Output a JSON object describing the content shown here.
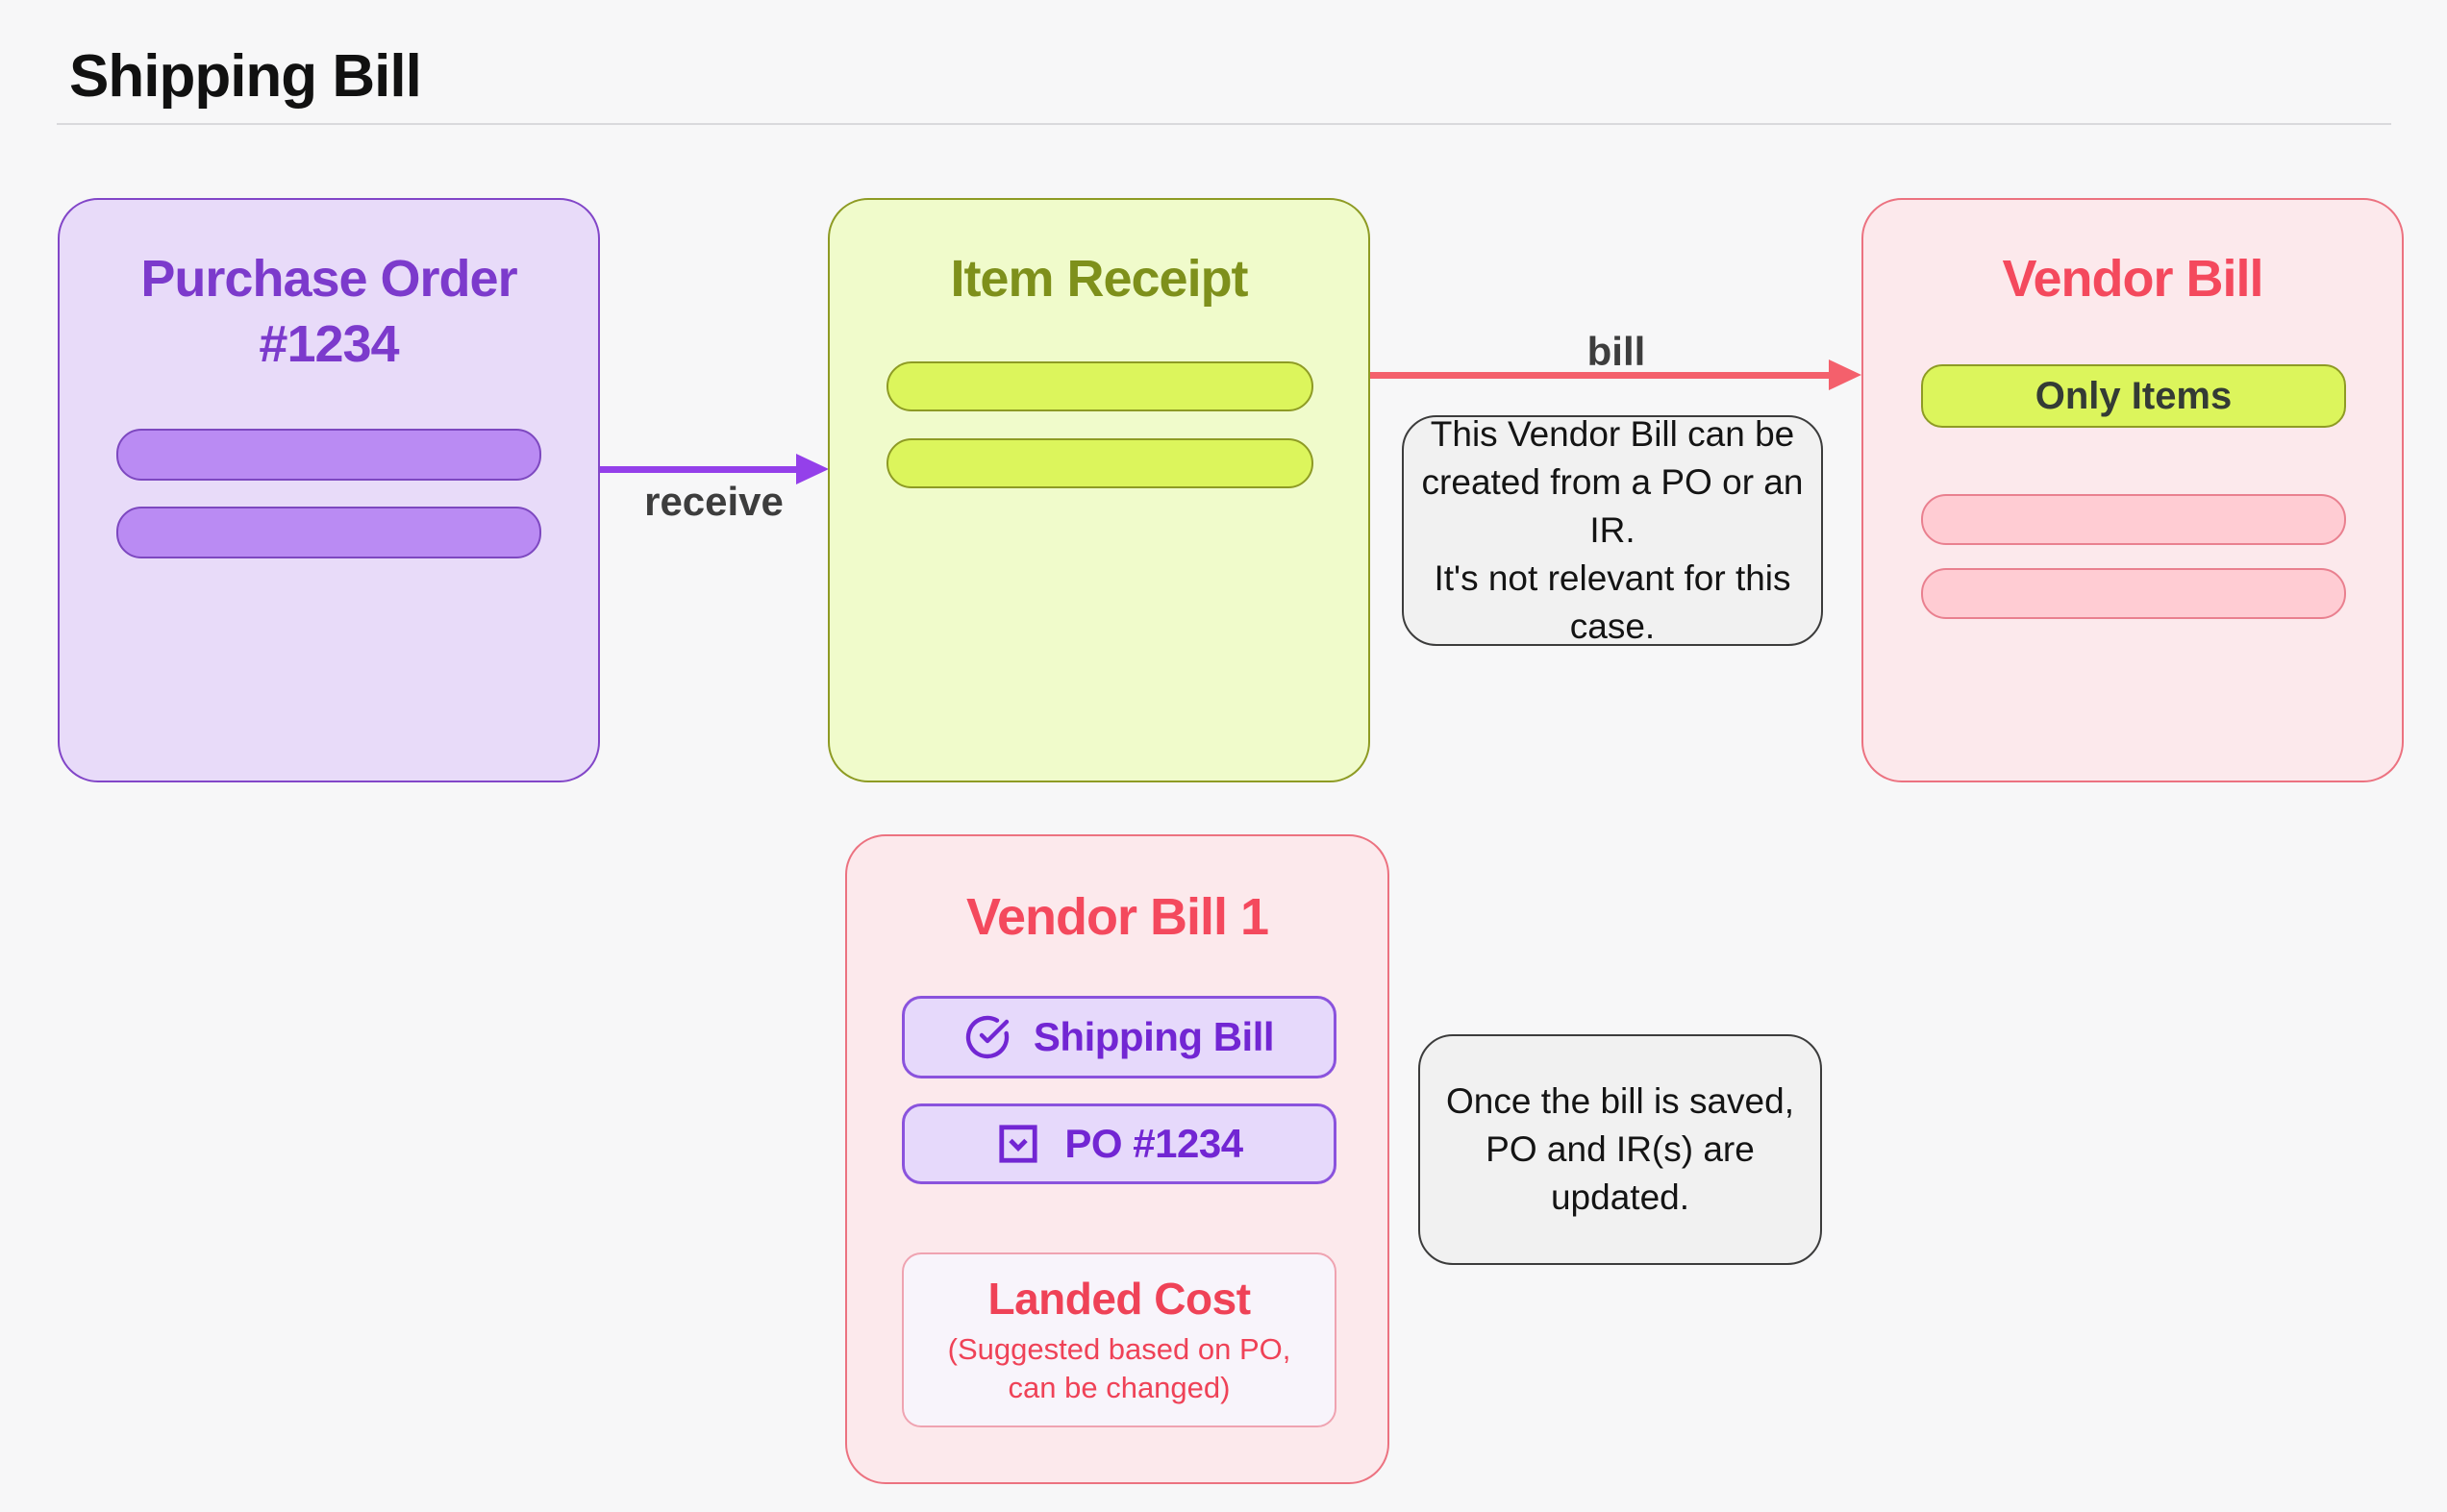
{
  "page": {
    "title": "Shipping Bill"
  },
  "colors": {
    "background": "#f7f7f8",
    "purple_accent": "#9440ea",
    "purple_fill": "#e8dbf9",
    "purple_bar": "#ba8bf3",
    "green_fill": "#f0fbcb",
    "green_bar": "#dcf55c",
    "olive_text": "#7e901b",
    "pink_fill": "#fce9ec",
    "pink_bar": "#ffccd3",
    "red_accent": "#f4606c",
    "red_text": "#f4495d",
    "note_fill": "#f1f1f1",
    "label_gray": "#3d3d3d"
  },
  "boxes": {
    "purchase_order": {
      "title": "Purchase Order\n#1234"
    },
    "item_receipt": {
      "title": "Item Receipt"
    },
    "vendor_bill": {
      "title": "Vendor Bill",
      "tag": "Only Items"
    },
    "vendor_bill_1": {
      "title": "Vendor Bill 1",
      "items": [
        {
          "icon": "check-circle-icon",
          "label": "Shipping Bill"
        },
        {
          "icon": "checkbox-chevron-icon",
          "label": "PO #1234"
        }
      ],
      "landed_cost": {
        "title": "Landed Cost",
        "subtitle": "(Suggested based on PO,\ncan be changed)"
      }
    }
  },
  "arrows": [
    {
      "label": "receive",
      "color": "#9440ea"
    },
    {
      "label": "bill",
      "color": "#f4606c"
    }
  ],
  "notes": [
    {
      "text": "This Vendor Bill can be\ncreated from a PO or an IR.\nIt's not relevant for this\ncase."
    },
    {
      "text": "Once the bill is saved,\nPO and IR(s) are\nupdated."
    }
  ]
}
